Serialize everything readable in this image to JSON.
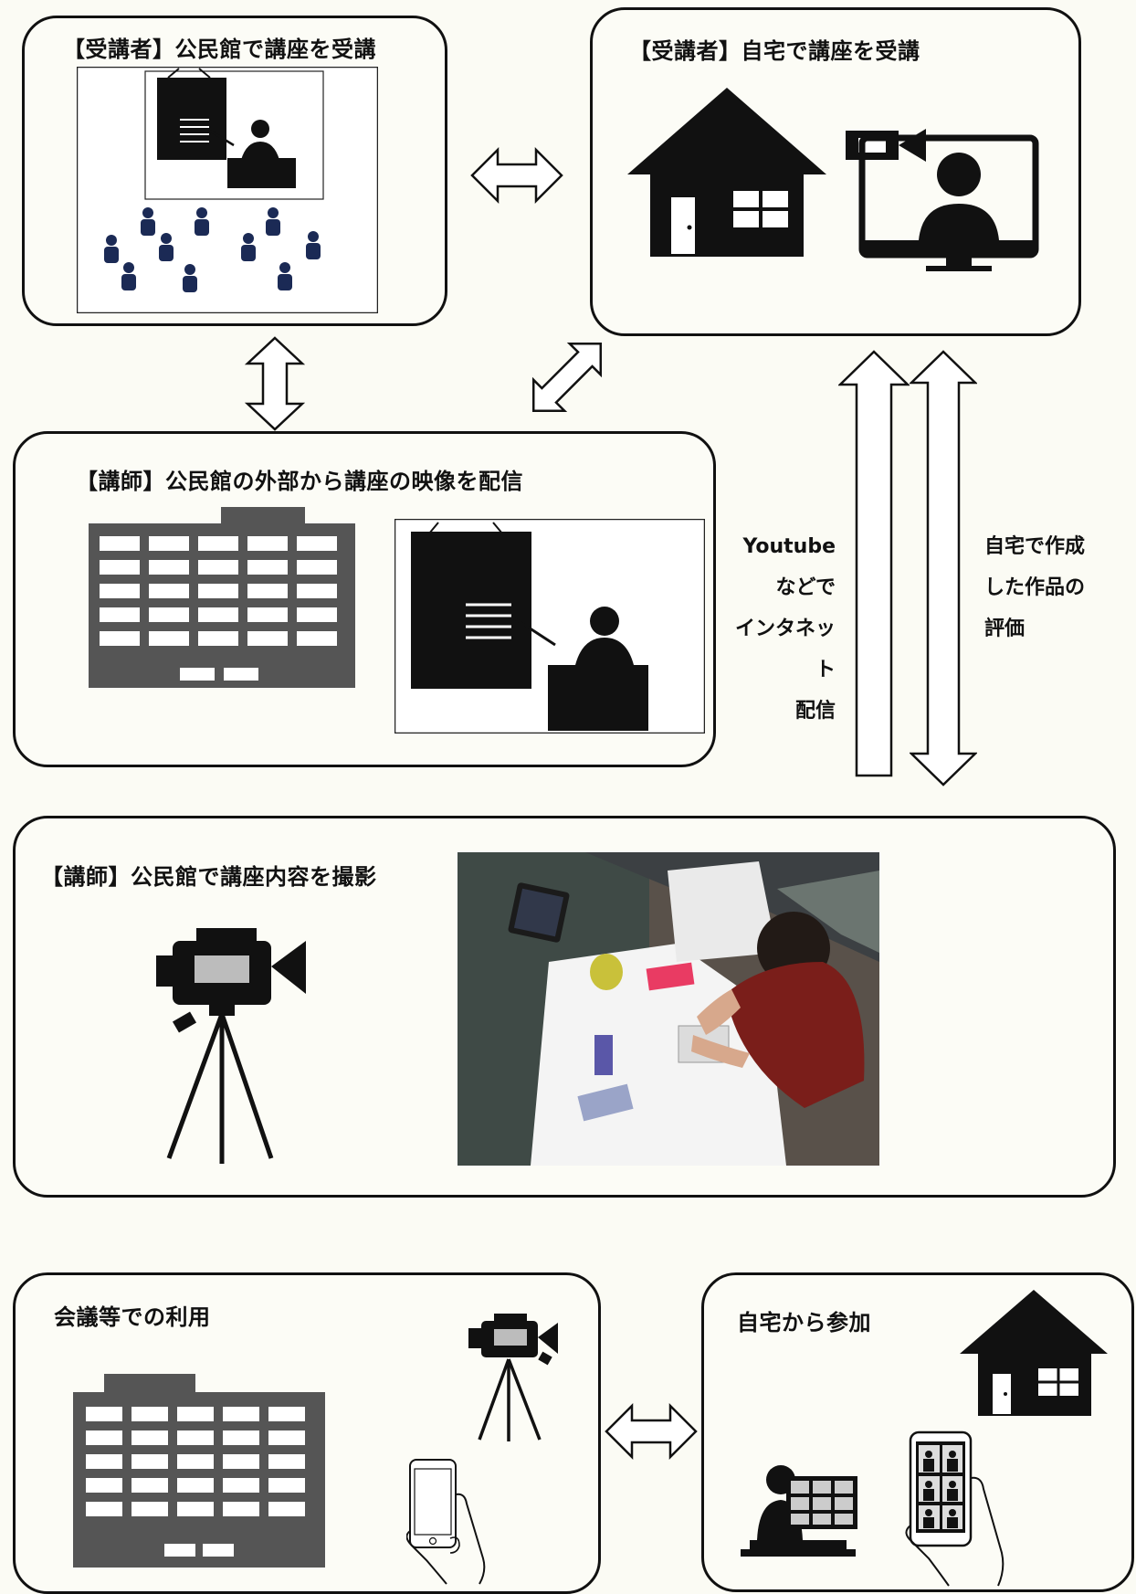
{
  "boxes": {
    "top_left_title": "【受講者】公民館で講座を受講",
    "top_right_title": "【受講者】自宅で講座を受講",
    "middle_title": "【講師】公民館の外部から講座の映像を配信",
    "filming_title": "【講師】公民館で講座内容を撮影",
    "meeting_title": "会議等での利用",
    "home_join_title": "自宅から参加"
  },
  "labels": {
    "stream_lines": [
      "Youtube",
      "などで",
      "インタネット",
      "配信"
    ],
    "eval_lines": [
      "自宅で作成",
      "した作品の",
      "評価"
    ]
  },
  "icons": {
    "lecture": "lecture-icon",
    "audience": "audience-icon",
    "house": "house-icon",
    "camera": "video-camera-icon",
    "monitor": "monitor-viewer-icon",
    "building": "building-icon",
    "phone": "smartphone-icon",
    "photo": "workshop-photo"
  }
}
